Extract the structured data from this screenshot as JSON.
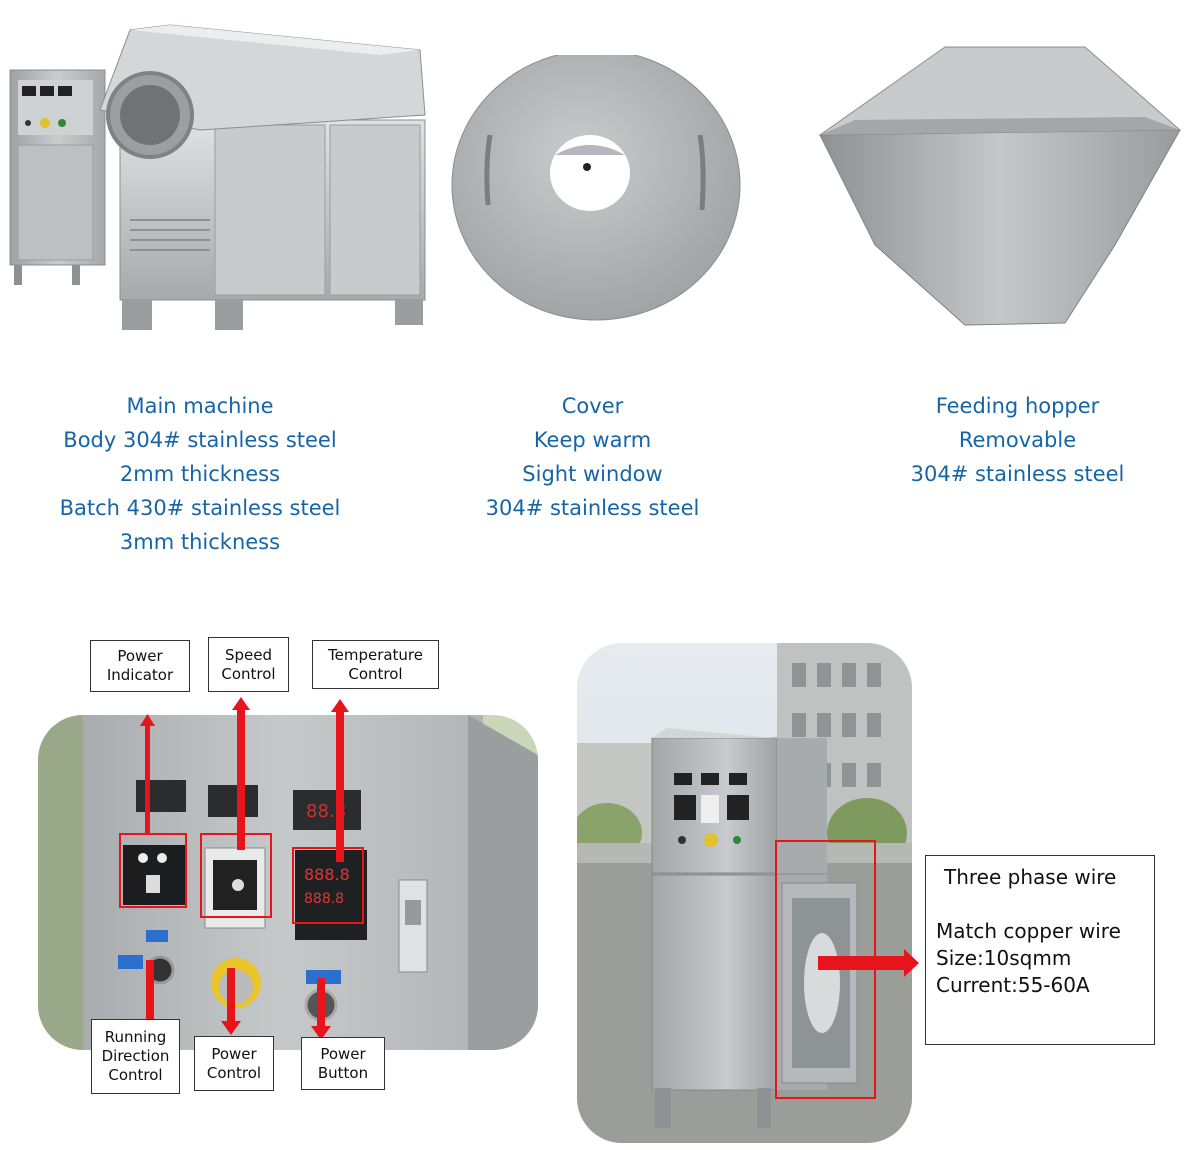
{
  "products": [
    {
      "name": "main-machine",
      "lines": [
        "Main machine",
        "Body 304# stainless steel",
        "2mm thickness",
        "Batch 430# stainless steel",
        "3mm thickness"
      ]
    },
    {
      "name": "cover",
      "lines": [
        "Cover",
        "Keep warm",
        "Sight window",
        "304# stainless steel"
      ]
    },
    {
      "name": "feeding-hopper",
      "lines": [
        "Feeding hopper",
        "Removable",
        "304# stainless steel"
      ]
    }
  ],
  "panel_labels": {
    "power_indicator": [
      "Power",
      "Indicator"
    ],
    "speed_control": [
      "Speed",
      "Control"
    ],
    "temperature_control": [
      "Temperature",
      "Control"
    ],
    "running_direction_control": [
      "Running",
      "Direction",
      "Control"
    ],
    "power_control": [
      "Power",
      "Control"
    ],
    "power_button": [
      "Power",
      "Button"
    ]
  },
  "wire_info": {
    "title": "Three phase wire",
    "line1": "Match copper wire",
    "line2": "Size:10sqmm",
    "line3": "Current:55-60A"
  },
  "colors": {
    "caption_text": "#1565a8",
    "highlight_red": "#e8141c",
    "steel": "#b9bcbe"
  }
}
